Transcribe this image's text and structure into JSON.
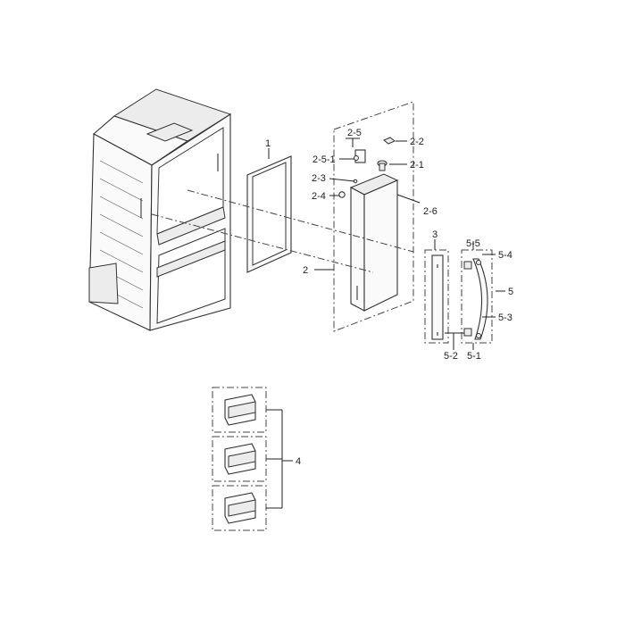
{
  "labels": {
    "p1": "1",
    "p2": "2",
    "p2_1": "2-1",
    "p2_2": "2-2",
    "p2_3": "2-3",
    "p2_4": "2-4",
    "p2_5": "2-5",
    "p2_5_1": "2-5-1",
    "p2_6": "2-6",
    "p3": "3",
    "p4": "4",
    "p5": "5",
    "p5_1": "5-1",
    "p5_2": "5-2",
    "p5_3": "5-3",
    "p5_4": "5-4",
    "p5_5": "5-5"
  }
}
